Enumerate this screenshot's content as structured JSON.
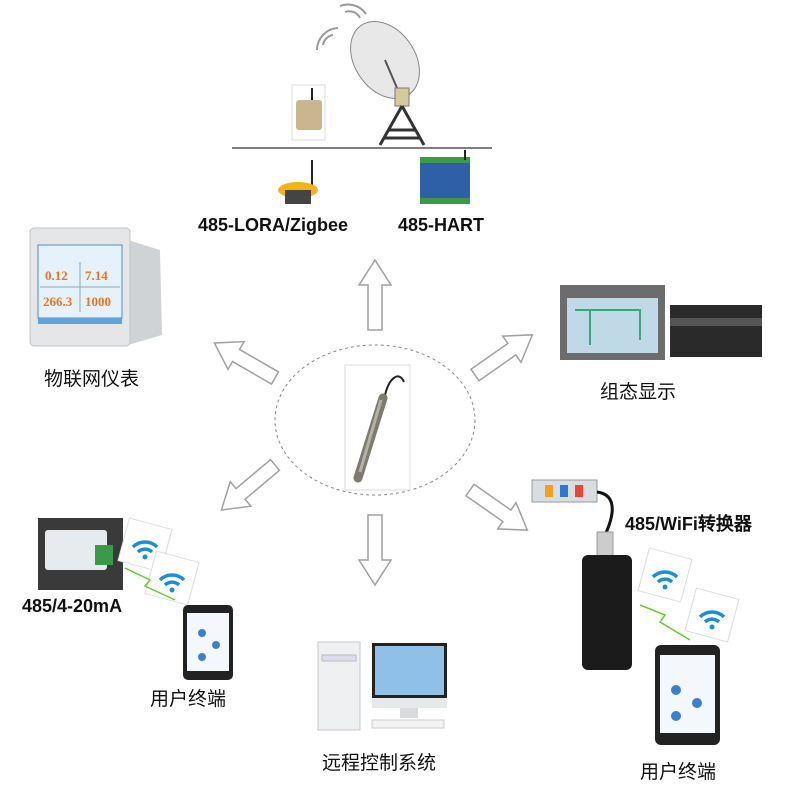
{
  "labels": {
    "lora_zigbee": "485-LORA/Zigbee",
    "hart": "485-HART",
    "iot_meter": "物联网仪表",
    "scada_display": "组态显示",
    "analog_converter": "485/4-20mA",
    "user_terminal_left": "用户终端",
    "remote_control": "远程控制系统",
    "wifi_converter": "485/WiFi转换器",
    "user_terminal_right": "用户终端"
  },
  "meter": {
    "values": [
      "0.12",
      "7.14",
      "266.3",
      "1000"
    ]
  },
  "colors": {
    "arrow_stroke": "#a0a0a0",
    "meter_value": "#e8761a",
    "wifi": "#1a8fd6",
    "screen": "#8fc0e8"
  }
}
